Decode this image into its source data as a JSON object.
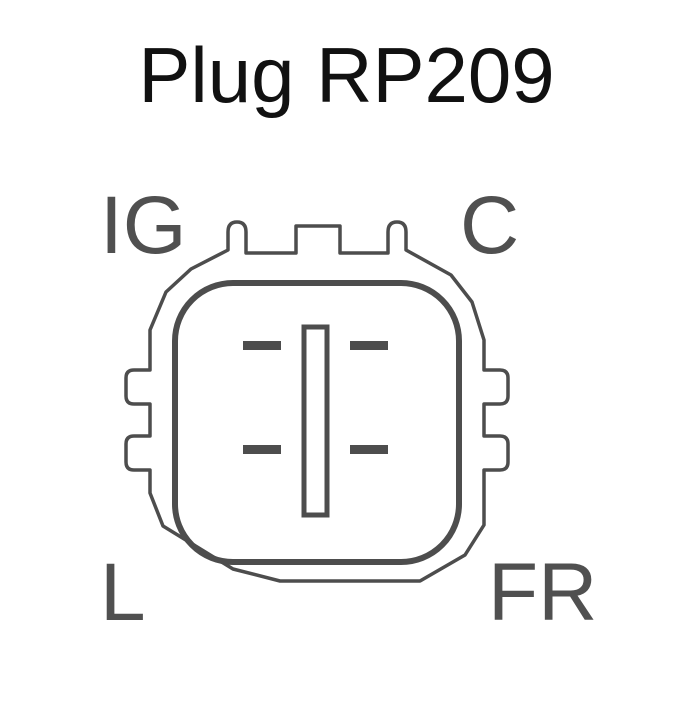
{
  "title": "Plug RP209",
  "pins": {
    "ig": "IG",
    "c": "C",
    "l": "L",
    "fr": "FR"
  },
  "colors": {
    "title": "#111111",
    "outline": "#4d4d4d",
    "label": "#505050",
    "background": "#ffffff"
  }
}
